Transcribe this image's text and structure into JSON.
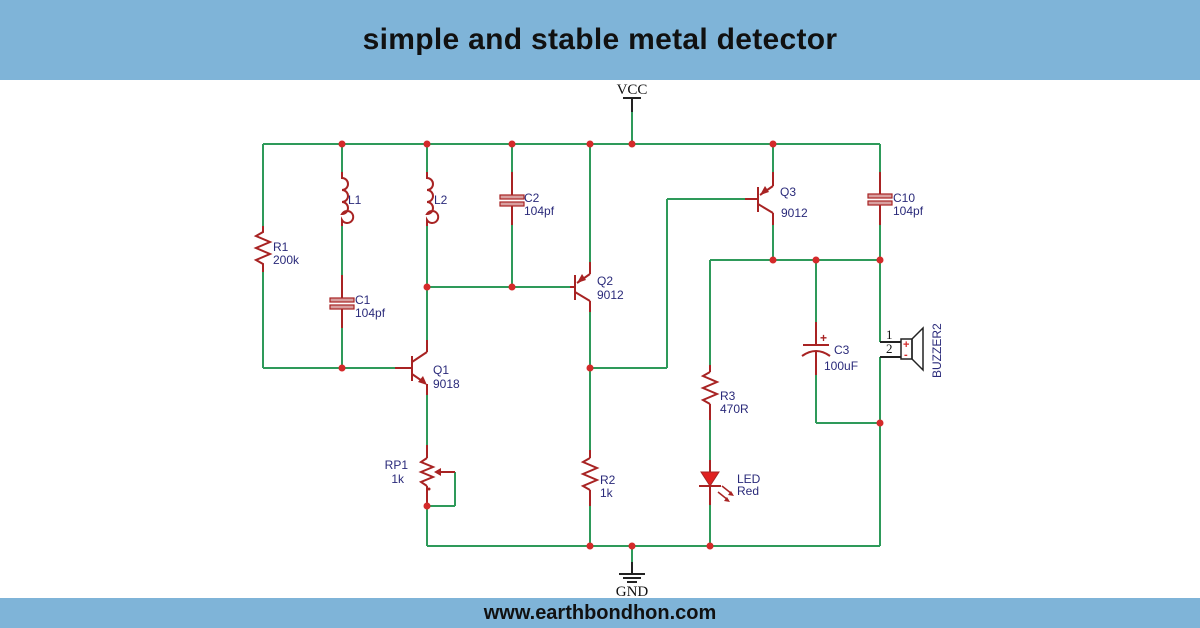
{
  "header": {
    "title": "simple and stable metal detector"
  },
  "footer": {
    "website": "www.earthbondhon.com"
  },
  "colors": {
    "banner": "#7fb4d8",
    "wire": "#2e9a5a",
    "component": "#a82323",
    "junction": "#d42a2a",
    "label": "#2a2a7a"
  },
  "nets": {
    "vcc": "VCC",
    "gnd": "GND"
  },
  "components": {
    "R1": {
      "ref": "R1",
      "value": "200k",
      "type": "resistor"
    },
    "L1": {
      "ref": "L1",
      "type": "inductor"
    },
    "L2": {
      "ref": "L2",
      "type": "inductor"
    },
    "C1": {
      "ref": "C1",
      "value": "104pf",
      "type": "capacitor"
    },
    "C2": {
      "ref": "C2",
      "value": "104pf",
      "type": "capacitor"
    },
    "C10": {
      "ref": "C10",
      "value": "104pf",
      "type": "capacitor"
    },
    "C3": {
      "ref": "C3",
      "value": "100uF",
      "type": "electrolytic-capacitor",
      "polarity": "+"
    },
    "Q1": {
      "ref": "Q1",
      "value": "9018",
      "type": "npn-transistor"
    },
    "Q2": {
      "ref": "Q2",
      "value": "9012",
      "type": "pnp-transistor"
    },
    "Q3": {
      "ref": "Q3",
      "value": "9012",
      "type": "pnp-transistor"
    },
    "RP1": {
      "ref": "RP1",
      "value": "1k",
      "type": "potentiometer"
    },
    "R2": {
      "ref": "R2",
      "value": "1k",
      "type": "resistor"
    },
    "R3": {
      "ref": "R3",
      "value": "470R",
      "type": "resistor"
    },
    "LED": {
      "ref": "LED",
      "value": "Red",
      "type": "led"
    },
    "BUZZER": {
      "ref": "BUZZER2",
      "pin1": "1",
      "pin2": "2",
      "plus": "+",
      "minus": "-",
      "type": "buzzer"
    }
  }
}
